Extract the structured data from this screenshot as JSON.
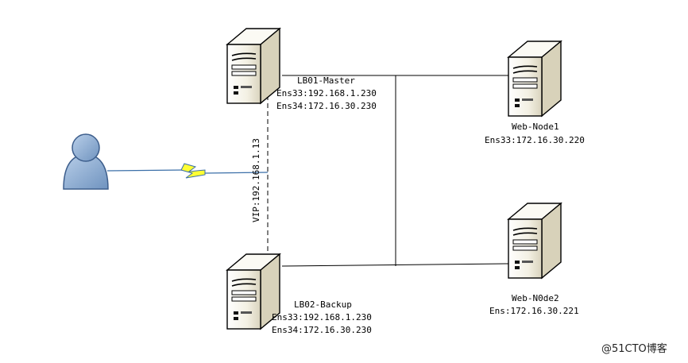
{
  "nodes": {
    "lb01": {
      "name": "LB01-Master",
      "ip1": "Ens33:192.168.1.230",
      "ip2": "Ens34:172.16.30.230"
    },
    "lb02": {
      "name": "LB02-Backup",
      "ip1": "Ens33:192.168.1.230",
      "ip2": "Ens34:172.16.30.230"
    },
    "web1": {
      "name": "Web-Node1",
      "ip1": "Ens33:172.16.30.220"
    },
    "web2": {
      "name": "Web-N0de2",
      "ip1": "Ens:172.16.30.221"
    }
  },
  "vip_label": "VIP:192.168.1.13",
  "watermark": "@51CTO博客",
  "icons": {
    "server": "server-tower-icon",
    "user": "user-person-icon",
    "link": "lightning-bolt-icon"
  },
  "colors": {
    "server_body": "#f3f0e3",
    "user_body": "#8fb0d6",
    "bolt": "#ffff33",
    "line": "#000000",
    "wire": "#3b6fa8"
  }
}
